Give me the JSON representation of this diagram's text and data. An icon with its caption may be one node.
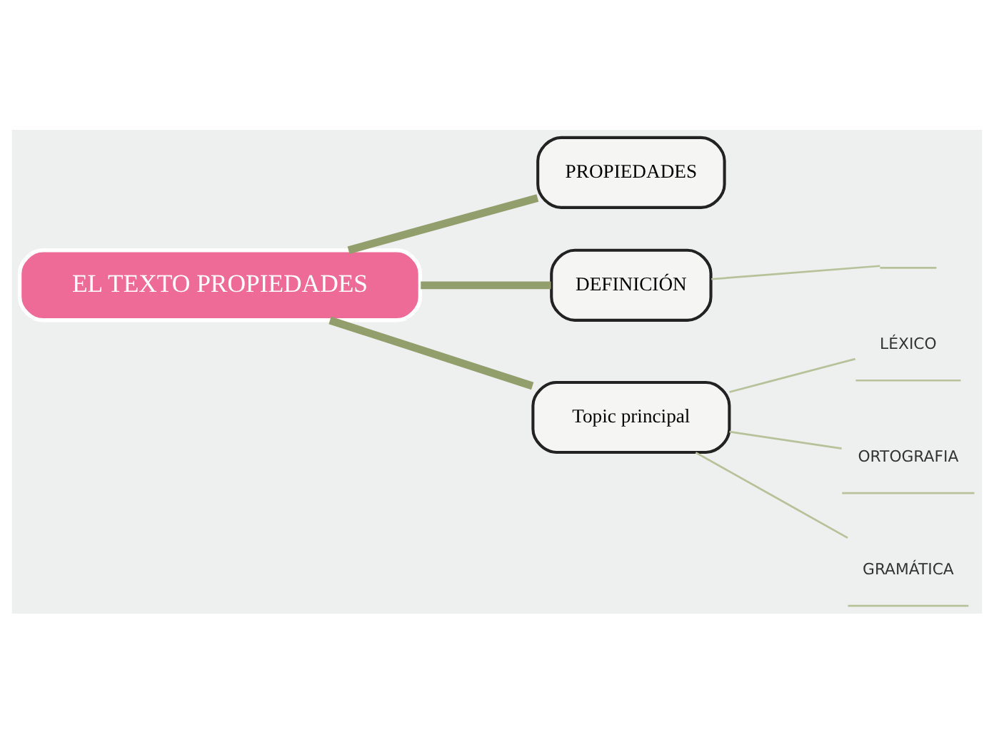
{
  "diagram": {
    "nodes": [
      {
        "text": [
          "EL TEXTO PROPIEDADES"
        ]
      },
      {
        "text": [
          "PROPIEDADES"
        ]
      },
      {
        "text": [
          "DEFINICIÓN"
        ]
      },
      {
        "text": [
          "Topic principal"
        ]
      },
      {
        "text": [
          "LÉXICO"
        ]
      },
      {
        "text": [
          "ORTOGRAFIA"
        ]
      },
      {
        "text": [
          "GRAMÁTICA"
        ]
      },
      {
        "text": [],
        "shape": "bar"
      }
    ],
    "edges": [
      {
        "from": 0,
        "to": 1,
        "arrow": "none",
        "style": "thick",
        "color": "#929e6c"
      },
      {
        "from": 0,
        "to": 2,
        "arrow": "none",
        "style": "thick",
        "color": "#929e6c"
      },
      {
        "from": 0,
        "to": 3,
        "arrow": "none",
        "style": "thick",
        "color": "#929e6c"
      },
      {
        "from": 3,
        "to": 4,
        "arrow": "none"
      },
      {
        "from": 3,
        "to": 5,
        "arrow": "none"
      },
      {
        "from": 3,
        "to": 6,
        "arrow": "none"
      },
      {
        "from": 2,
        "to": 7,
        "arrow": "none"
      }
    ]
  }
}
